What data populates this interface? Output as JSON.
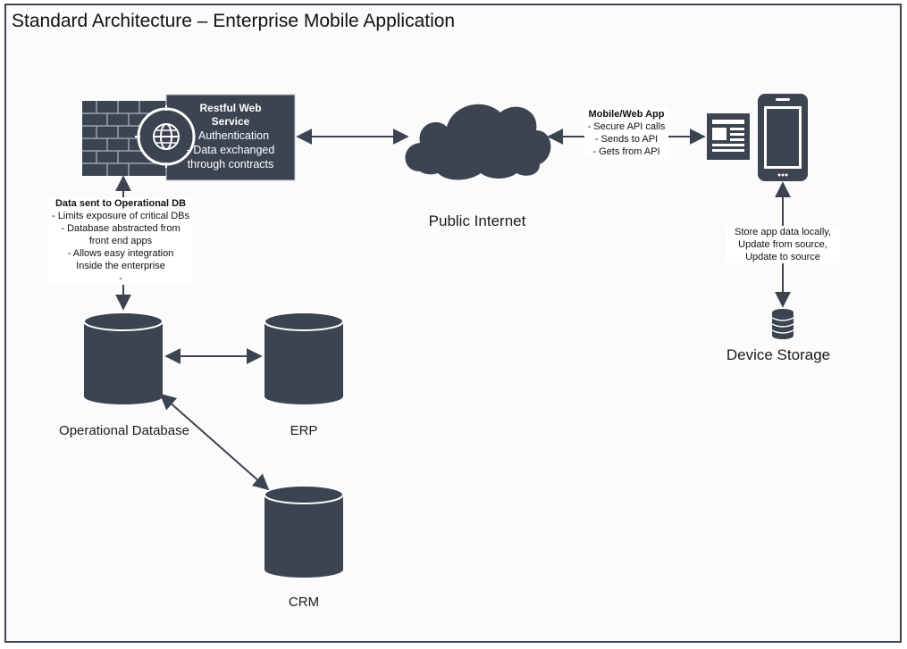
{
  "title": "Standard Architecture – Enterprise Mobile Application",
  "colors": {
    "shape": "#3b4450",
    "frame": "#3b4450",
    "arrow": "#3b4450"
  },
  "nodes": {
    "restful_web_service": {
      "icon": "firewall-globe-icon",
      "title": "Restful Web Service",
      "lines": [
        "- Authentication",
        "- Data exchanged",
        "through contracts"
      ]
    },
    "public_internet": {
      "icon": "cloud-icon",
      "label": "Public Internet"
    },
    "mobile_app": {
      "icon": "mobile-device-icon"
    },
    "device_storage": {
      "icon": "database-stack-icon",
      "label": "Device Storage"
    },
    "operational_db": {
      "icon": "database-icon",
      "label": "Operational Database"
    },
    "erp": {
      "icon": "database-icon",
      "label": "ERP"
    },
    "crm": {
      "icon": "database-icon",
      "label": "CRM"
    }
  },
  "annotations": {
    "mobile_web_app": {
      "title": "Mobile/Web App",
      "lines": [
        "- Secure API calls",
        "- Sends to API",
        "- Gets from API"
      ]
    },
    "operational_db_data": {
      "title": "Data sent to Operational DB",
      "lines": [
        "- Limits exposure of critical DBs",
        "- Database abstracted from",
        "front end apps",
        "- Allows easy integration",
        "Inside the enterprise",
        "-"
      ]
    },
    "device_storage_data": {
      "lines": [
        "Store app data locally,",
        "Update from source,",
        "Update to source"
      ]
    }
  }
}
